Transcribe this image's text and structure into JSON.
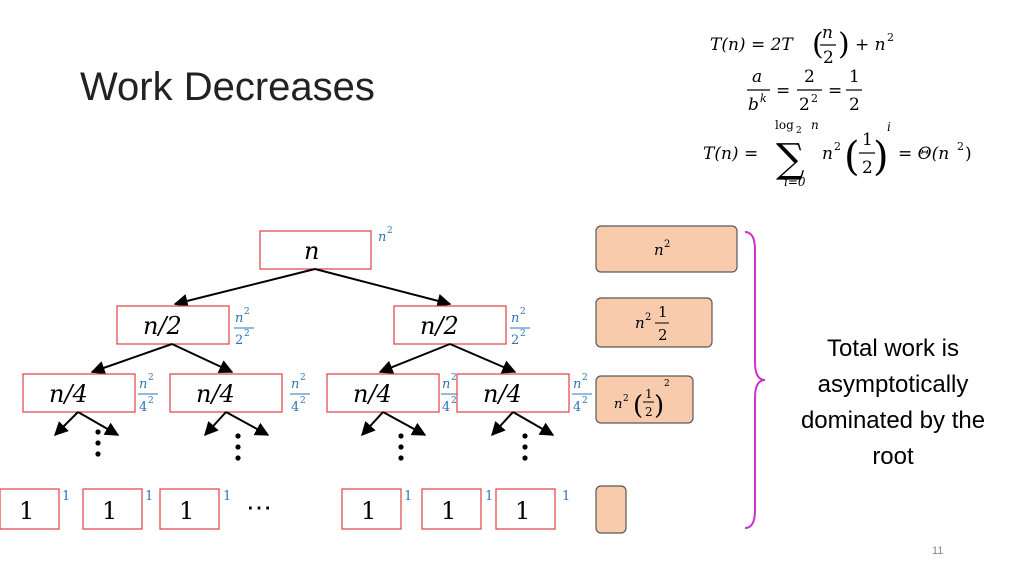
{
  "slide": {
    "title": "Work Decreases",
    "page_number": "11",
    "summary_lines": [
      "Total work is",
      "asymptotically",
      "dominated by the",
      "root"
    ],
    "ellipsis": "⋯"
  },
  "formulas": {
    "recurrence": {
      "lhs": "T(n) = 2T",
      "frac_num": "n",
      "frac_den": "2",
      "rhs": "+ n",
      "rhs_exp": "2"
    },
    "ratio": {
      "num1": "a",
      "den1": "b",
      "den1_exp": "k",
      "num2": "2",
      "den2": "2",
      "den2_exp": "2",
      "num3": "1",
      "den3": "2"
    },
    "sum": {
      "lhs": "T(n) =",
      "upper": "log",
      "upper_sub": "2",
      "upper_var": "n",
      "lower": "i=0",
      "term": "n",
      "term_exp": "2",
      "frac_num": "1",
      "frac_den": "2",
      "power": "i",
      "rhs": "= Θ(n",
      "rhs_exp": "2",
      "rhs_close": ")"
    }
  },
  "tree": {
    "root": {
      "label": "n",
      "work_base": "n",
      "work_exp": "2"
    },
    "level1": {
      "label": "n/2",
      "work_num": "n",
      "work_num_exp": "2",
      "work_den": "2",
      "work_den_exp": "2"
    },
    "level2": {
      "label": "n/4",
      "work_num": "n",
      "work_num_exp": "2",
      "work_den": "4",
      "work_den_exp": "2"
    },
    "leaf": {
      "label": "1",
      "work": "1"
    }
  },
  "level_sums": {
    "l0": {
      "base": "n",
      "exp": "2"
    },
    "l1": {
      "base": "n",
      "exp": "2",
      "frac_num": "1",
      "frac_den": "2"
    },
    "l2": {
      "base": "n",
      "exp": "2",
      "frac_num": "1",
      "frac_den": "2",
      "power": "2"
    }
  },
  "colors": {
    "node_border": "#e0403f",
    "arrow": "#000000",
    "work_text": "#2e75b6",
    "level_fill": "#f8cbad",
    "level_border": "#595959",
    "brace": "#cc33cc",
    "page_number": "#888888"
  }
}
